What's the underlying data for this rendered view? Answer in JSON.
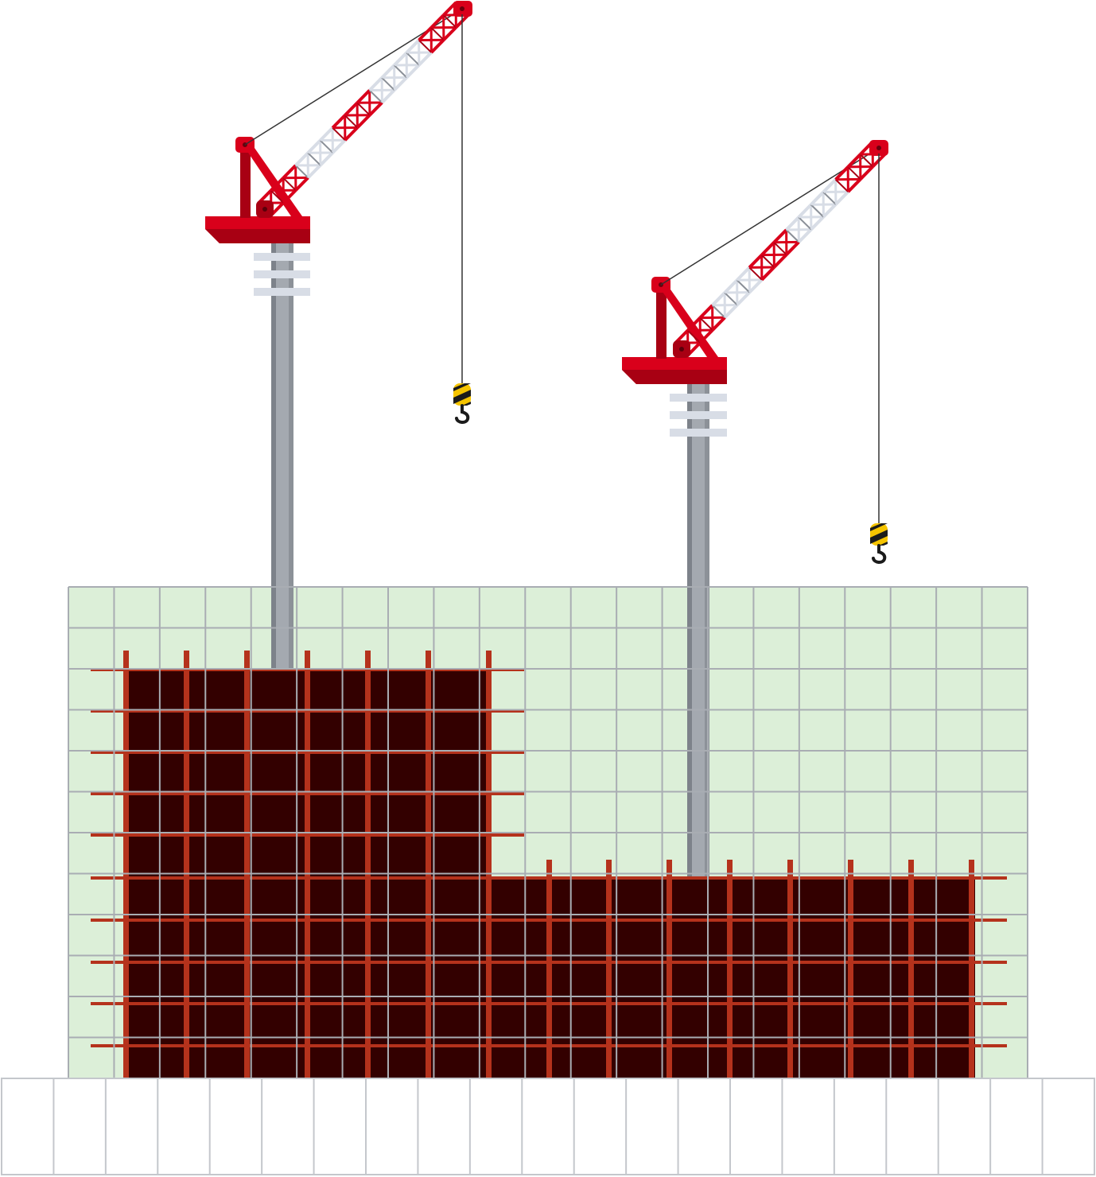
{
  "scene": {
    "description_free": true,
    "colors": {
      "background": "#ffffff",
      "scaffold_fill": "#dcefd8",
      "grid_line": "#a9adb3",
      "building": "#330000",
      "rebar": "#b5321c",
      "crane_red": "#d9001b",
      "crane_dark_red": "#a80013",
      "lattice_white": "#d8dde6",
      "mast_gray": "#a4a9b0",
      "mast_dark": "#7d828a",
      "hook_yellow": "#f5c400",
      "hook_black": "#1b1b1b",
      "ground_line": "#c4c7cc"
    },
    "cranes": [
      {
        "id": "crane-left",
        "icon": "tower-crane-icon",
        "hook_icon": "crane-hook-icon"
      },
      {
        "id": "crane-right",
        "icon": "tower-crane-icon",
        "hook_icon": "crane-hook-icon"
      }
    ],
    "building_blocks": [
      {
        "id": "tall-block",
        "floors": 10
      },
      {
        "id": "low-block",
        "floors": 5
      }
    ],
    "scaffold": {
      "icon": "scaffold-grid-icon"
    },
    "ground": {
      "icon": "paving-tiles-icon"
    }
  }
}
